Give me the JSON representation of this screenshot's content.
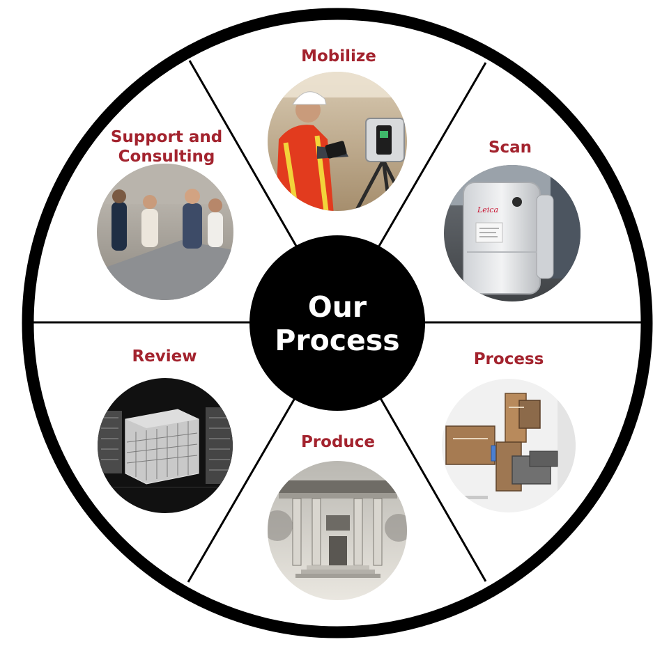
{
  "diagram": {
    "center": {
      "lines": [
        "Our",
        "Process"
      ]
    },
    "stages": [
      {
        "id": "mobilize",
        "label_lines": [
          "Mobilize"
        ],
        "photo": "surveyor-in-hard-hat-operating-laser-scanner"
      },
      {
        "id": "scan",
        "label_lines": [
          "Scan"
        ],
        "photo": "leica-laser-scanner-closeup"
      },
      {
        "id": "process",
        "label_lines": [
          "Process"
        ],
        "photo": "colored-3d-floor-plan-model"
      },
      {
        "id": "produce",
        "label_lines": [
          "Produce"
        ],
        "photo": "point-cloud-classical-building-facade"
      },
      {
        "id": "review",
        "label_lines": [
          "Review"
        ],
        "photo": "3d-city-block-point-cloud-dark"
      },
      {
        "id": "support",
        "label_lines": [
          "Support and",
          "Consulting"
        ],
        "photo": "team-meeting-in-concrete-room"
      }
    ],
    "scanner_brand": "Leica"
  },
  "colors": {
    "ring": "#000000",
    "spoke": "#000000",
    "center_fill": "#000000",
    "center_text": "#ffffff",
    "label": "#a3232e",
    "background": "#ffffff"
  }
}
